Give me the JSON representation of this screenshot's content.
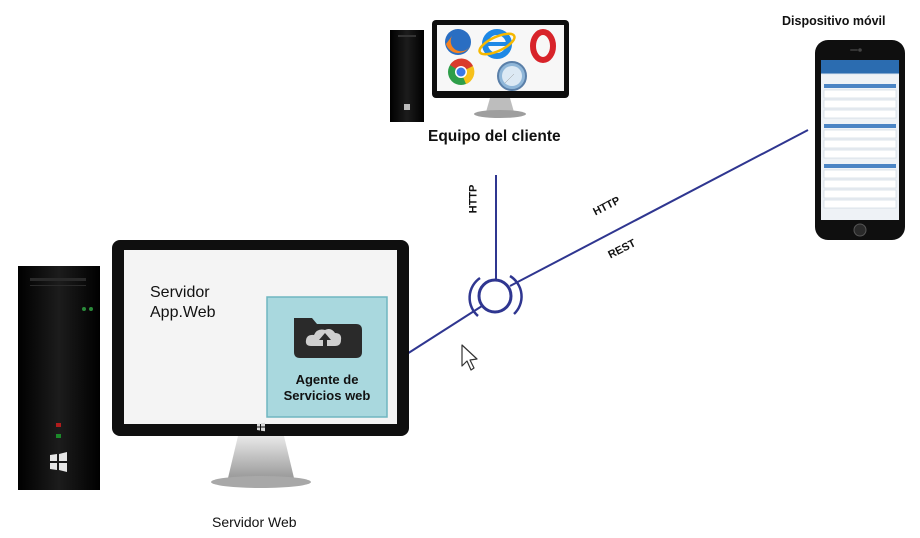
{
  "labels": {
    "client_computer": "Equipo del cliente",
    "mobile_device": "Dispositivo  móvil",
    "web_server": "Servidor Web",
    "app_server_line1": "Servidor",
    "app_server_line2": "App.Web",
    "agent_line1": "Agente de",
    "agent_line2": "Servicios web",
    "link_client": "HTTP",
    "link_mobile_1": "HTTP",
    "link_mobile_2": "REST"
  },
  "icons": {
    "browsers": [
      "firefox-icon",
      "internet-explorer-icon",
      "opera-icon",
      "chrome-icon",
      "safari-icon"
    ],
    "agent": "cloud-folder-icon",
    "os": "windows-logo-icon",
    "pointer": "mouse-cursor-icon"
  },
  "colors": {
    "connector": "#2f3690",
    "agent_box": "#a9d8de",
    "agent_border": "#6fb6c0",
    "monitor_frame": "#111111",
    "screen": "#f4f4f4"
  }
}
